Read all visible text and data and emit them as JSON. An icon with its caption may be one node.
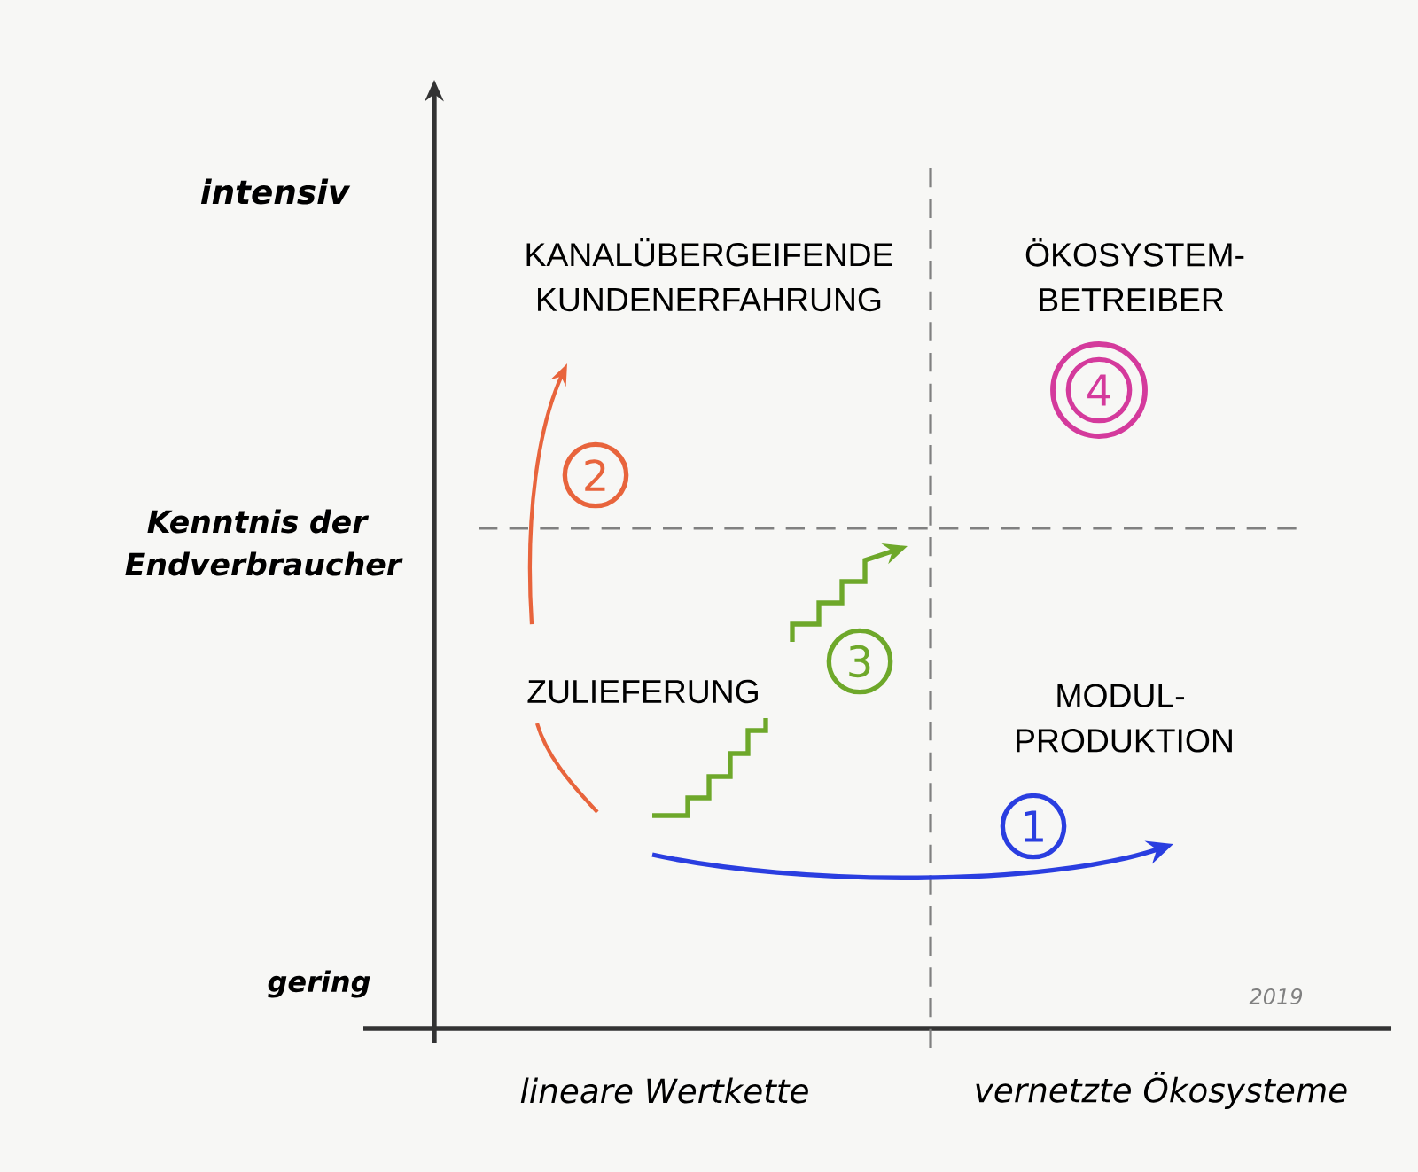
{
  "diagram": {
    "nodes": [
      {
        "text": [
          "1"
        ]
      },
      {
        "text": [
          "2"
        ]
      },
      {
        "text": [
          "3"
        ]
      },
      {
        "text": [
          "4"
        ]
      }
    ],
    "labels": [
      "intensiv",
      "KANALÜBERGEIFENDE KUNDENERFAHRUNG",
      "ÖKOSYSTEM- BETREIBER",
      "Kenntnis der Endverbraucher",
      "ZULIEFERUNG",
      "MODUL- PRODUKTION",
      "gering",
      "2019",
      "lineare Wertkette",
      "vernetzte Ökosysteme"
    ]
  }
}
